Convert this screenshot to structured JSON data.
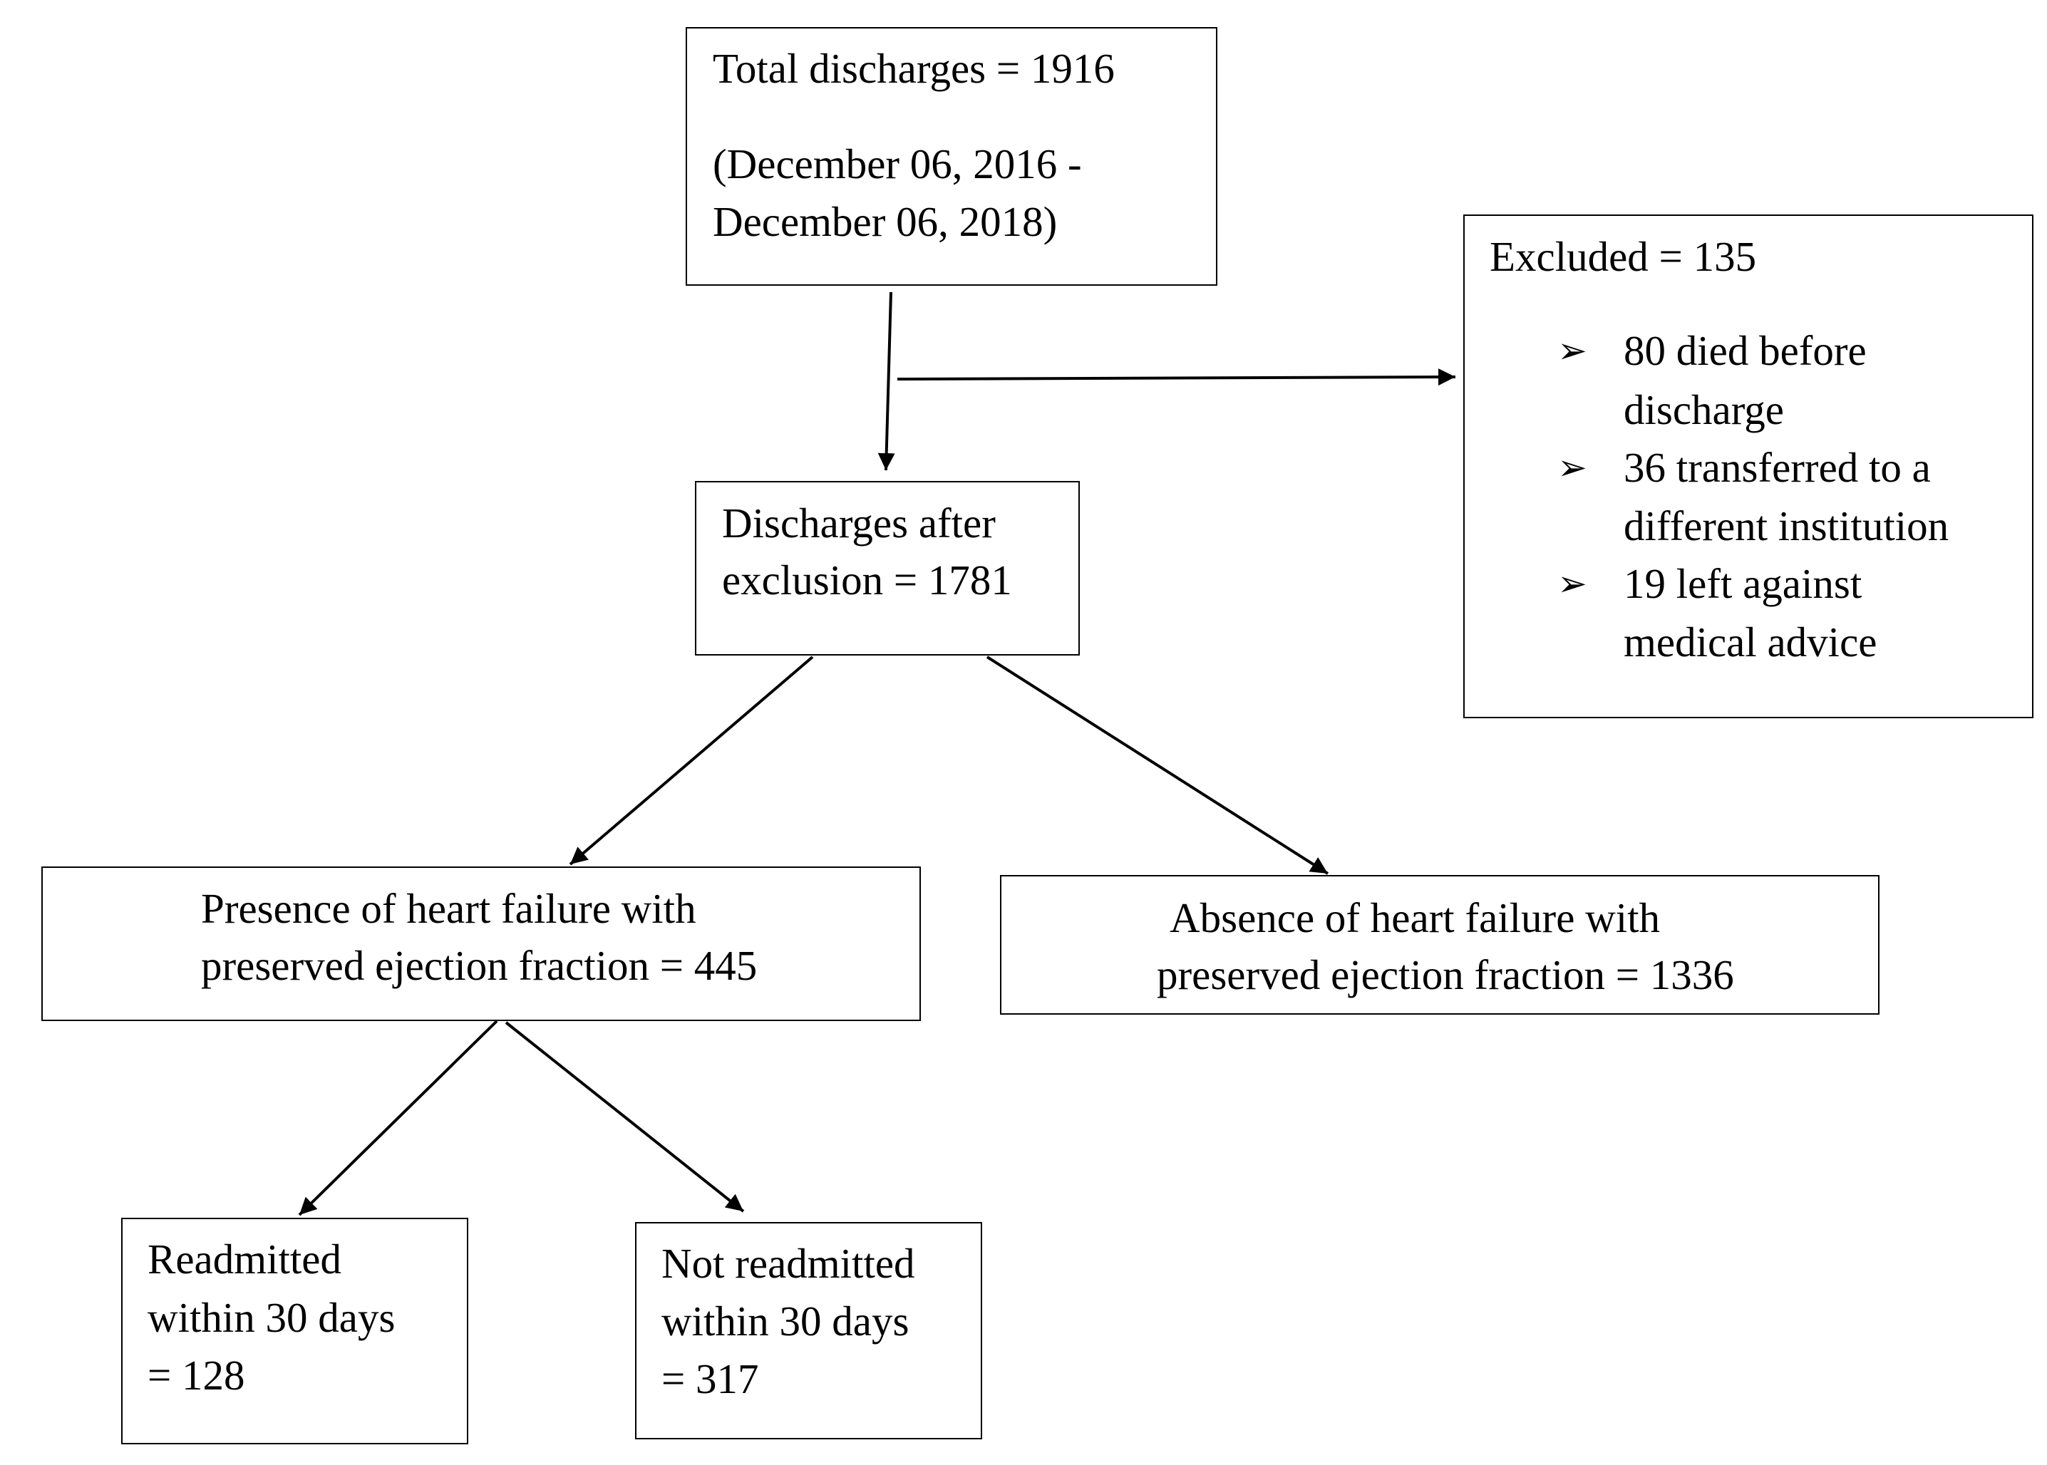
{
  "total_box": {
    "line1": "Total discharges = 1916",
    "line2": "(December 06, 2016 -",
    "line3": "December 06, 2018)"
  },
  "excluded_box": {
    "title": "Excluded = 135",
    "bullet_glyph": "➢",
    "items": [
      {
        "line1": "80 died before",
        "line2": "discharge"
      },
      {
        "line1": "36 transferred to a",
        "line2": "different institution"
      },
      {
        "line1": "19 left against",
        "line2": "medical advice"
      }
    ]
  },
  "after_exclusion_box": {
    "line1": "Discharges after",
    "line2": "exclusion = 1781"
  },
  "presence_box": {
    "line1": "Presence of heart failure with",
    "line2": "preserved ejection fraction = 445"
  },
  "absence_box": {
    "line1": "Absence of heart failure with",
    "line2": "preserved ejection fraction = 1336"
  },
  "readmitted_box": {
    "line1": "Readmitted",
    "line2": "within 30 days",
    "line3": "= 128"
  },
  "not_readmitted_box": {
    "line1": "Not readmitted",
    "line2": "within 30 days",
    "line3": "= 317"
  },
  "colors": {
    "stroke": "#000000",
    "background": "#ffffff"
  }
}
